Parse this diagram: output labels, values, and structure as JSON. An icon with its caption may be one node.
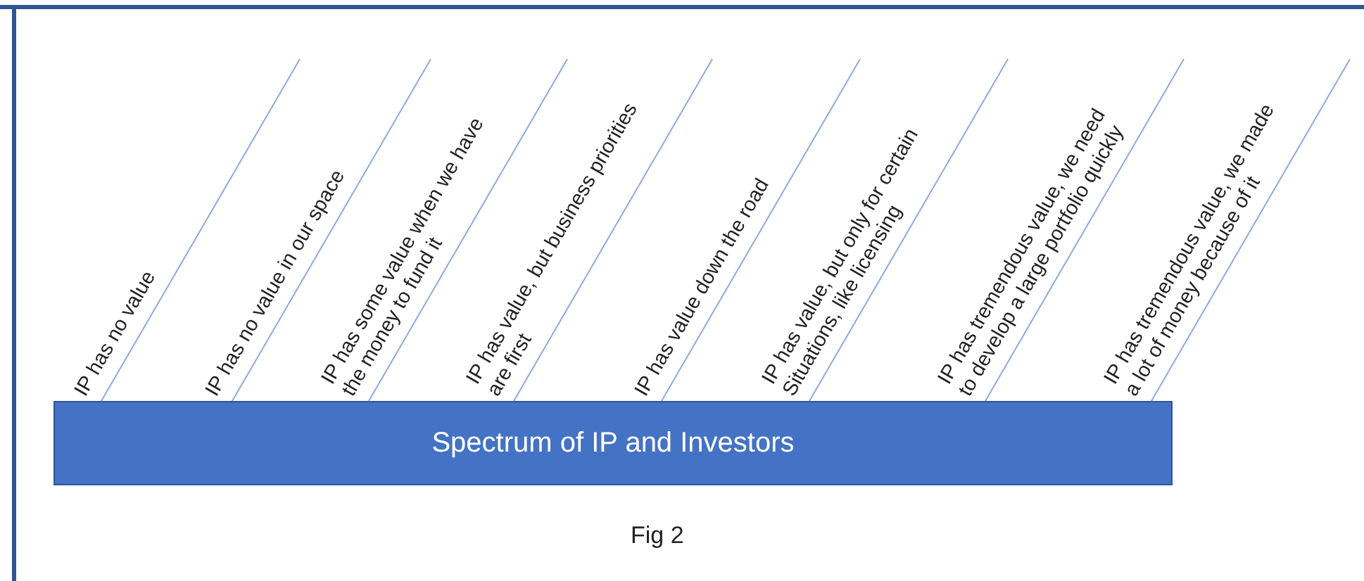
{
  "diagram": {
    "caption": "Fig 2",
    "nodes": [
      {
        "text": [
          "Spectrum of IP and Investors"
        ]
      }
    ],
    "edges": [],
    "labels": [
      "IP has no value",
      "IP has no value in our space",
      "IP has some value when we have the money to fund it",
      "IP has value, but business priorities are first",
      "IP has value down the road",
      "IP has value, but only for certain Situations, like licensing",
      "IP has tremendous value, we need to develop a large portfolio quickly",
      "IP has tremendous value, we made a lot of money because of it"
    ]
  }
}
